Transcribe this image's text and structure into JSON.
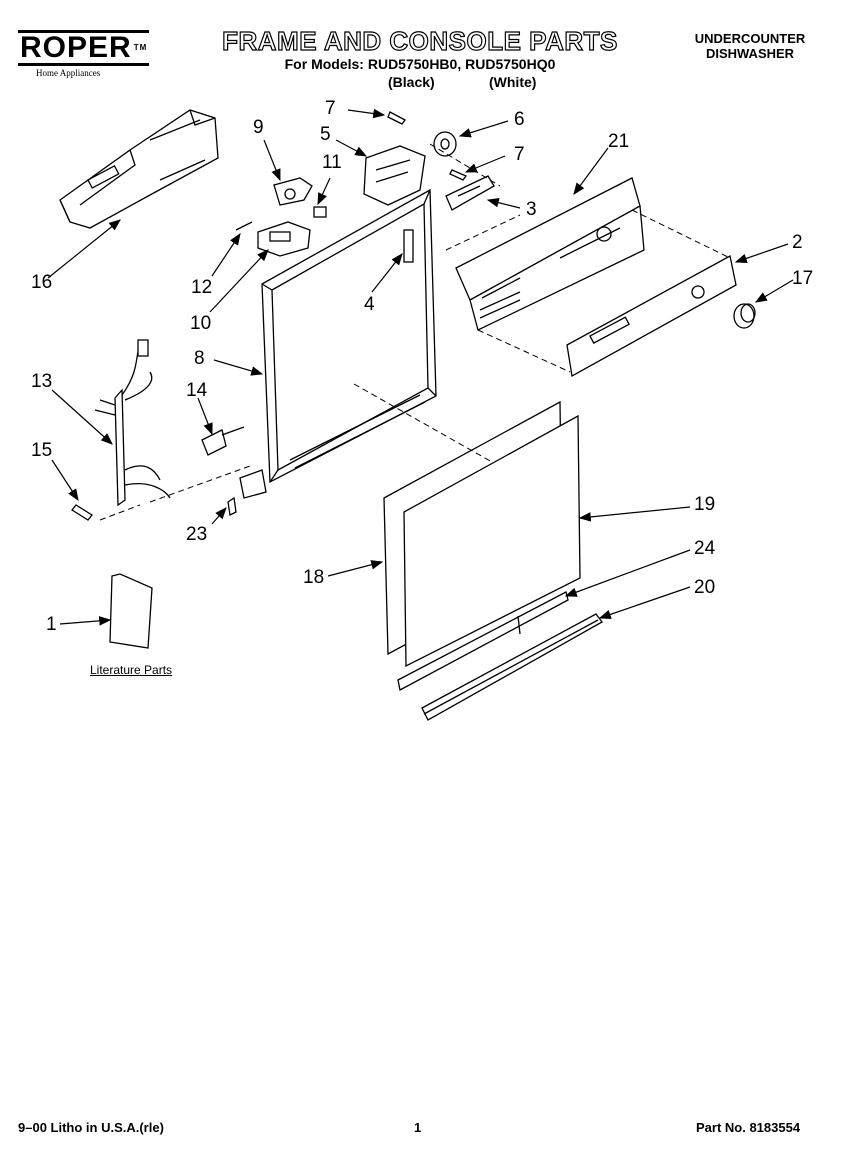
{
  "header": {
    "brand": "ROPER",
    "brand_tagline": "Home Appliances",
    "title": "FRAME AND CONSOLE PARTS",
    "models_line": "For Models: RUD5750HB0, RUD5750HQ0",
    "color_black": "(Black)",
    "color_white": "(White)",
    "product_type_line1": "UNDERCOUNTER",
    "product_type_line2": "DISHWASHER"
  },
  "callouts": [
    {
      "id": "c7a",
      "label": "7"
    },
    {
      "id": "c6",
      "label": "6"
    },
    {
      "id": "c5",
      "label": "5"
    },
    {
      "id": "c9",
      "label": "9"
    },
    {
      "id": "c11",
      "label": "11"
    },
    {
      "id": "c7b",
      "label": "7"
    },
    {
      "id": "c21",
      "label": "21"
    },
    {
      "id": "c3",
      "label": "3"
    },
    {
      "id": "c2",
      "label": "2"
    },
    {
      "id": "c17",
      "label": "17"
    },
    {
      "id": "c16",
      "label": "16"
    },
    {
      "id": "c12",
      "label": "12"
    },
    {
      "id": "c4",
      "label": "4"
    },
    {
      "id": "c10",
      "label": "10"
    },
    {
      "id": "c8",
      "label": "8"
    },
    {
      "id": "c13",
      "label": "13"
    },
    {
      "id": "c14",
      "label": "14"
    },
    {
      "id": "c15",
      "label": "15"
    },
    {
      "id": "c23",
      "label": "23"
    },
    {
      "id": "c19",
      "label": "19"
    },
    {
      "id": "c24",
      "label": "24"
    },
    {
      "id": "c18",
      "label": "18"
    },
    {
      "id": "c20",
      "label": "20"
    },
    {
      "id": "c1",
      "label": "1"
    }
  ],
  "literature_label": "Literature Parts",
  "footer": {
    "left": "9–00 Litho in U.S.A.(rle)",
    "page": "1",
    "part_no": "Part No. 8183554"
  }
}
